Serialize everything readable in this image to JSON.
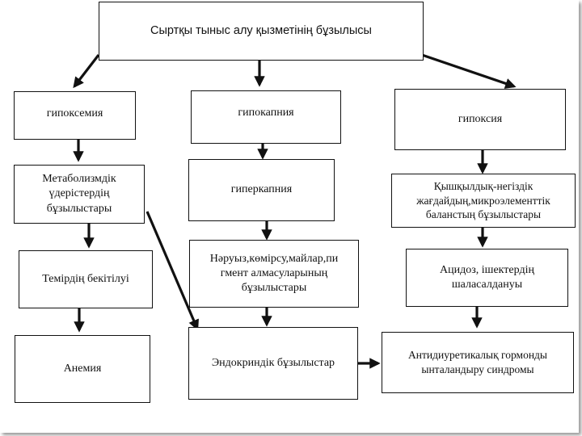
{
  "diagram": {
    "title": "Сыртқы тыныс алу қызметінің бұзылысы",
    "nodes": {
      "hypoxemia": "гипоксемия",
      "hypocapnia": "гипокапния",
      "hypoxia": "гипоксия",
      "metabolism": "Метаболизмдік үдерістердің бұзылыстары",
      "hypercapnia": "гиперкапния",
      "acid_base": "Қышқылдық-негіздік жағдайдың,микроэлементтік баланстың бұзылыстары",
      "iron": "Темірдің бекітілуі",
      "nutrients": "Нәруыз,көмірсу,майлар,пи гмент алмасуларының бұзылыстары",
      "acidosis": "Ацидоз, ішектердің шаласалдануы",
      "anemia": "Анемия",
      "endocrine": "Эндокриндік бұзылыстар",
      "antidiuretic": "Антидиуретикалық гормонды ынталандыру синдромы"
    },
    "colors": {
      "line": "#111111",
      "border": "#111111",
      "background": "#ffffff"
    }
  }
}
